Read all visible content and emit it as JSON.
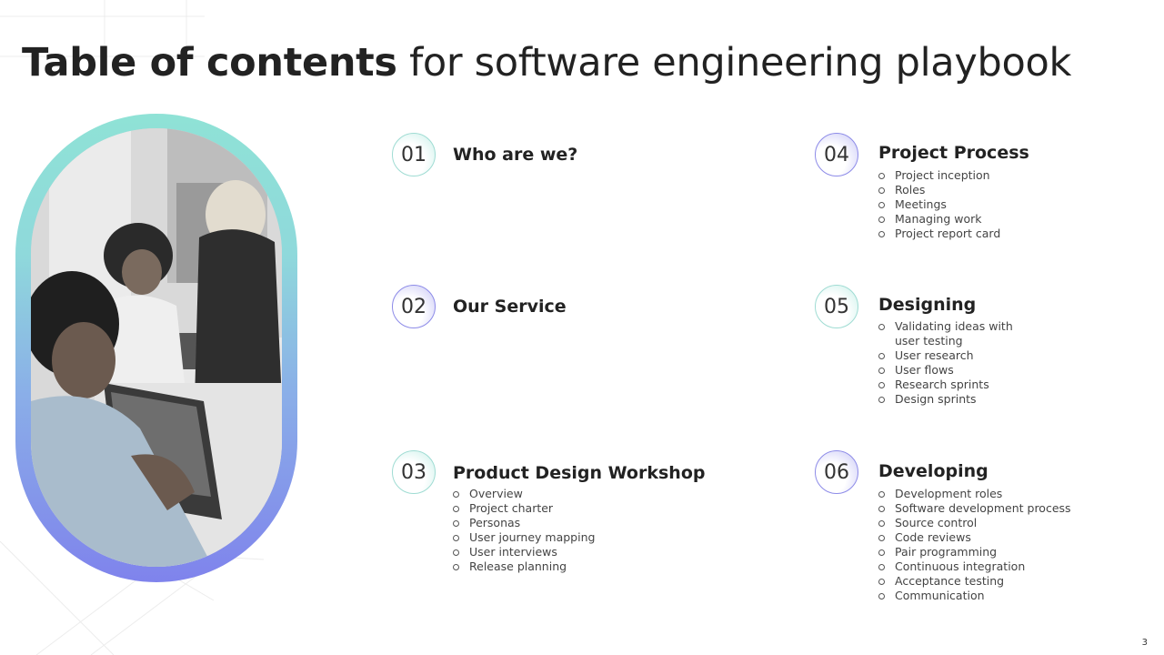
{
  "title": {
    "bold": "Table of contents",
    "rest": "for software engineering playbook"
  },
  "items": [
    {
      "num": "01",
      "title": "Who are we?",
      "subitems": []
    },
    {
      "num": "02",
      "title": "Our Service",
      "subitems": []
    },
    {
      "num": "03",
      "title": "Product Design Workshop",
      "subitems": [
        "Overview",
        "Project charter",
        "Personas",
        "User journey mapping",
        "User interviews",
        "Release planning"
      ]
    },
    {
      "num": "04",
      "title": "Project Process",
      "subitems": [
        "Project inception",
        "Roles",
        "Meetings",
        "Managing work",
        "Project report card"
      ]
    },
    {
      "num": "05",
      "title": "Designing",
      "subitems": [
        "Validating ideas with",
        "user testing",
        "User research",
        "User flows",
        "Research sprints",
        "Design sprints"
      ]
    },
    {
      "num": "06",
      "title": "Developing",
      "subitems": [
        "Development  roles",
        "Software development  process",
        "Source control",
        "Code reviews",
        "Pair programming",
        "Continuous integration",
        "Acceptance testing",
        "Communication"
      ]
    }
  ],
  "page_number": "3",
  "colors": {
    "teal": "#8fe2d6",
    "purple": "#7f83ec",
    "text": "#222222"
  }
}
